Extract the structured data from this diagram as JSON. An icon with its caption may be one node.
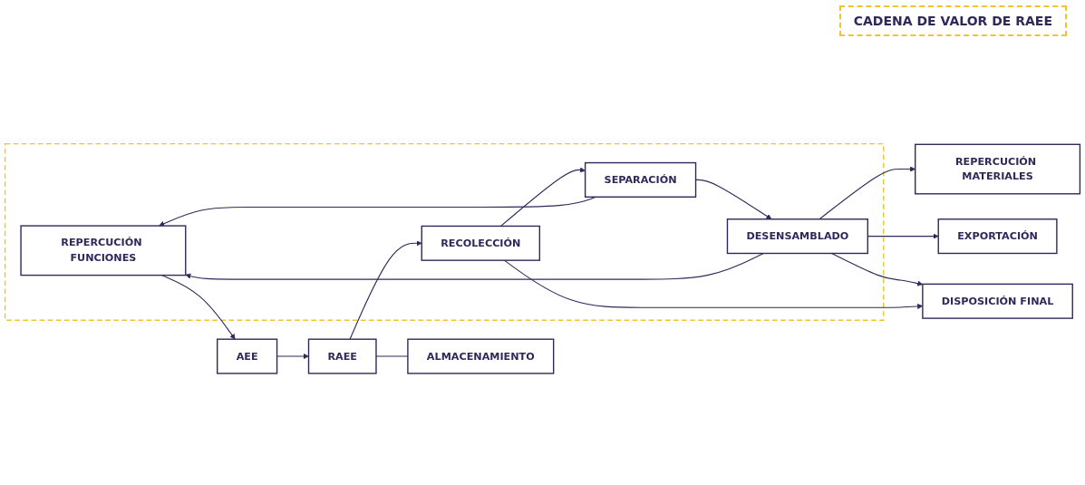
{
  "diagram": {
    "nodes": [
      {
        "text": [],
        "shape": "box"
      },
      {
        "text": [
          "AEE"
        ]
      },
      {
        "text": [
          "REPERCUCIÓN FUNCIONES"
        ],
        "in": 0
      },
      {
        "text": [
          "REPERCUCIÓN MATERIALES"
        ]
      },
      {
        "text": [
          "RAEE"
        ]
      },
      {
        "text": [
          "RECOLECCIÓN"
        ],
        "in": 0
      },
      {
        "text": [
          "SEPARACIÓN"
        ],
        "in": 0
      },
      {
        "text": [
          "DESENSAMBLADO"
        ],
        "in": 0
      },
      {
        "text": [
          "EXPORTACIÓN"
        ]
      },
      {
        "text": [
          "DISPOSICIÓN FINAL"
        ]
      },
      {
        "text": [
          "ALMACENAMIENTO"
        ]
      }
    ],
    "edges": [
      {
        "from": 1,
        "to": 4,
        "arrow": "to"
      },
      {
        "from": 4,
        "to": 5,
        "arrow": "to"
      },
      {
        "from": 5,
        "to": 6,
        "arrow": "to"
      },
      {
        "from": 6,
        "to": 7,
        "arrow": "to"
      },
      {
        "from": 6,
        "to": 2,
        "arrow": "to"
      },
      {
        "from": 7,
        "to": 2,
        "arrow": "to"
      },
      {
        "from": 2,
        "to": 1,
        "arrow": "to"
      },
      {
        "from": 7,
        "to": 3,
        "arrow": "to"
      },
      {
        "from": 7,
        "to": 8,
        "arrow": "to"
      },
      {
        "from": 7,
        "to": 9,
        "arrow": "to"
      },
      {
        "from": 5,
        "to": 9,
        "arrow": "to"
      },
      {
        "from": 4,
        "to": 10,
        "arrow": "none"
      }
    ],
    "legend": [
      {
        "text": "CADENA DE VALOR DE RAEE"
      }
    ]
  }
}
